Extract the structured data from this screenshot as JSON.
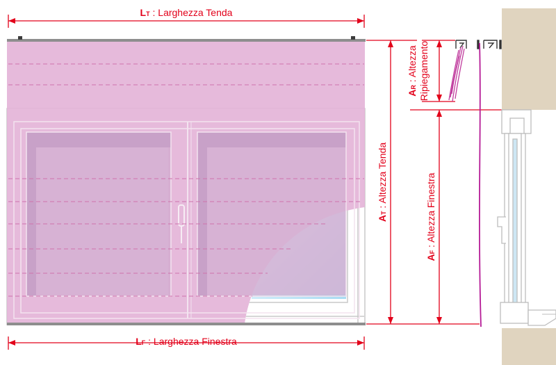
{
  "colors": {
    "accent": "#e2001a",
    "curtain": "#e4b4d8",
    "glass": "#cfeaf8",
    "wall": "#e0d4bf",
    "frame": "#bdbdbd"
  },
  "labels": {
    "lt": {
      "code": "L",
      "sub": "T",
      "text": " : Larghezza Tenda"
    },
    "lf": {
      "code": "L",
      "sub": "F",
      "text": " : Larghezza Finestra"
    },
    "at": {
      "code": "A",
      "sub": "T",
      "text": " : Altezza Tenda"
    },
    "af": {
      "code": "A",
      "sub": "F",
      "text": " : Altezza Finestra"
    },
    "ar": {
      "code": "A",
      "sub": "R",
      "text": " : Altezza",
      "text2": "Ripiegamento"
    }
  }
}
